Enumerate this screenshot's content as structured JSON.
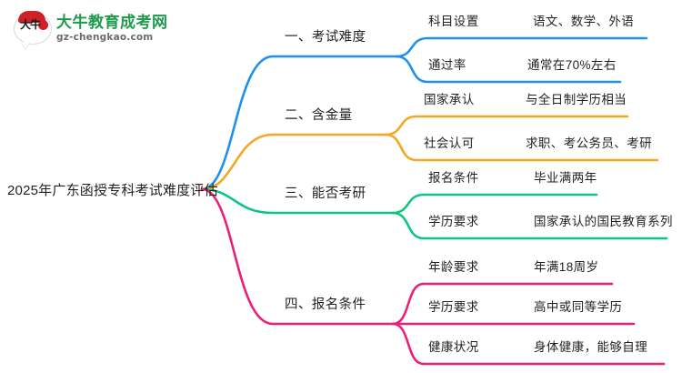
{
  "logo": {
    "mark_text": "大牛",
    "title": "大牛教育成考网",
    "subtitle": "gz-chengkao.com"
  },
  "mindmap": {
    "root": {
      "label": "2025年广东函授专科考试难度评估"
    },
    "branches": [
      {
        "label": "一、考试难度",
        "color": "#1E90EE",
        "children": [
          {
            "key": "科目设置",
            "value": "语文、数学、外语"
          },
          {
            "key": "通过率",
            "value": "通常在70%左右"
          }
        ]
      },
      {
        "label": "二、含金量",
        "color": "#F5A623",
        "children": [
          {
            "key": "国家承认",
            "value": "与全日制学历相当"
          },
          {
            "key": "社会认可",
            "value": "求职、考公务员、考研"
          }
        ]
      },
      {
        "label": "三、能否考研",
        "color": "#0BC67F",
        "children": [
          {
            "key": "报名条件",
            "value": "毕业满两年"
          },
          {
            "key": "学历要求",
            "value": "国家承认的国民教育系列"
          }
        ]
      },
      {
        "label": "四、报名条件",
        "color": "#ED1E79",
        "children": [
          {
            "key": "年龄要求",
            "value": "年满18周岁"
          },
          {
            "key": "学历要求",
            "value": "高中或同等学历"
          },
          {
            "key": "健康状况",
            "value": "身体健康，能够自理"
          }
        ]
      }
    ]
  }
}
